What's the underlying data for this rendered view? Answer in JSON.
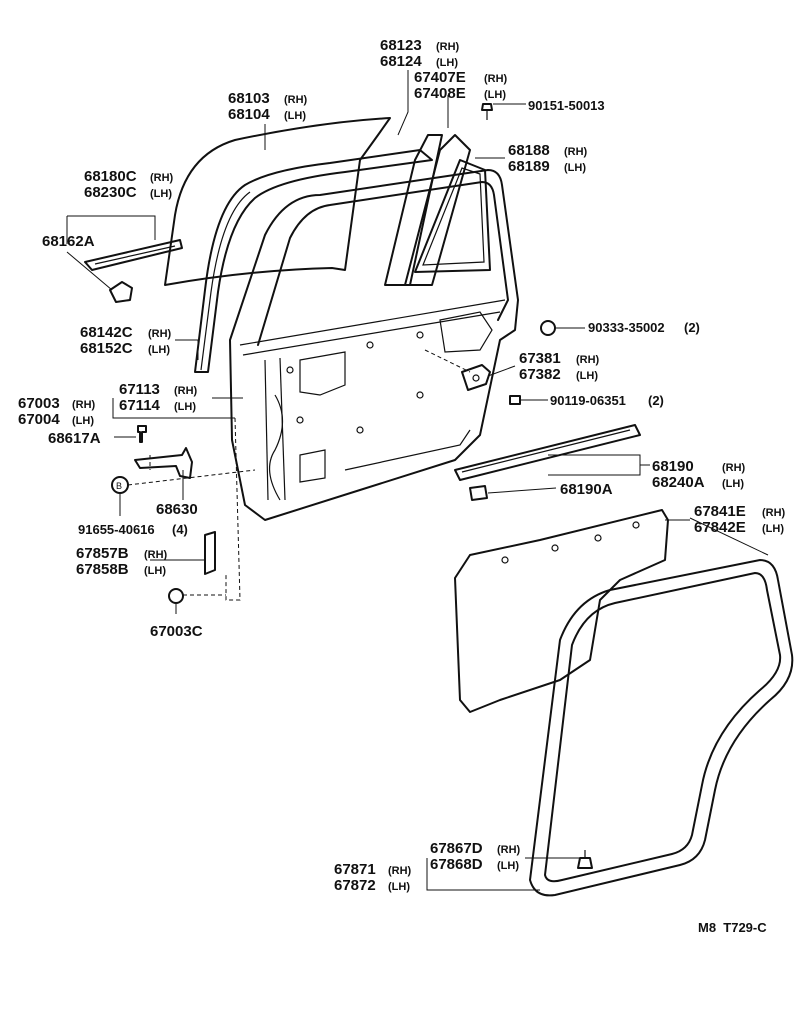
{
  "drawing_code": "M8  T729-C",
  "labels": {
    "p68123": "68123",
    "s68123": "(RH)",
    "p68124": "68124",
    "s68124": "(LH)",
    "p68103": "68103",
    "s68103": "(RH)",
    "p68104": "68104",
    "s68104": "(LH)",
    "p67407E": "67407E",
    "s67407E": "(RH)",
    "p67408E": "67408E",
    "s67408E": "(LH)",
    "p90151": "90151-50013",
    "p68188": "68188",
    "s68188": "(RH)",
    "p68189": "68189",
    "s68189": "(LH)",
    "p68180C": "68180C",
    "s68180C": "(RH)",
    "p68230C": "68230C",
    "s68230C": "(LH)",
    "p68162A": "68162A",
    "p68142C": "68142C",
    "s68142C": "(RH)",
    "p68152C": "68152C",
    "s68152C": "(LH)",
    "p90333": "90333-35002",
    "q90333": "(2)",
    "p67381": "67381",
    "s67381": "(RH)",
    "p67382": "67382",
    "s67382": "(LH)",
    "p67113": "67113",
    "s67113": "(RH)",
    "p67114": "67114",
    "s67114": "(LH)",
    "p67003": "67003",
    "s67003": "(RH)",
    "p67004": "67004",
    "s67004": "(LH)",
    "p90119": "90119-06351",
    "q90119": "(2)",
    "p68617A": "68617A",
    "p68630": "68630",
    "p68190": "68190",
    "s68190": "(RH)",
    "p68240A": "68240A",
    "s68240A": "(LH)",
    "p68190A": "68190A",
    "p91655": "91655-40616",
    "q91655": "(4)",
    "p67841E": "67841E",
    "s67841E": "(RH)",
    "p67842E": "67842E",
    "s67842E": "(LH)",
    "p67857B": "67857B",
    "s67857B": "(RH)",
    "p67858B": "67858B",
    "s67858B": "(LH)",
    "p67003C": "67003C",
    "p67867D": "67867D",
    "s67867D": "(RH)",
    "p67868D": "67868D",
    "s67868D": "(LH)",
    "p67871": "67871",
    "s67871": "(RH)",
    "p67872": "67872",
    "s67872": "(LH)"
  }
}
